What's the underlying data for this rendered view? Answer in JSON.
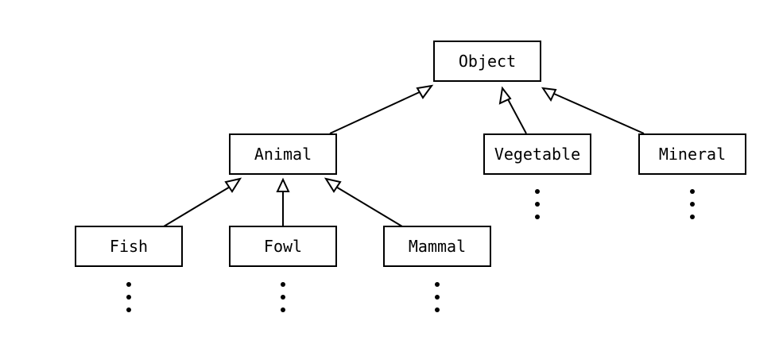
{
  "diagram": {
    "nodes": {
      "object": "Object",
      "animal": "Animal",
      "vegetable": "Vegetable",
      "mineral": "Mineral",
      "fish": "Fish",
      "fowl": "Fowl",
      "mammal": "Mammal"
    },
    "edges": [
      {
        "from": "animal",
        "to": "object"
      },
      {
        "from": "vegetable",
        "to": "object"
      },
      {
        "from": "mineral",
        "to": "object"
      },
      {
        "from": "fish",
        "to": "animal"
      },
      {
        "from": "fowl",
        "to": "animal"
      },
      {
        "from": "mammal",
        "to": "animal"
      }
    ],
    "continuation_marks": [
      "vegetable",
      "mineral",
      "fish",
      "fowl",
      "mammal"
    ]
  },
  "colors": {
    "stroke": "#000000",
    "background": "#ffffff"
  }
}
